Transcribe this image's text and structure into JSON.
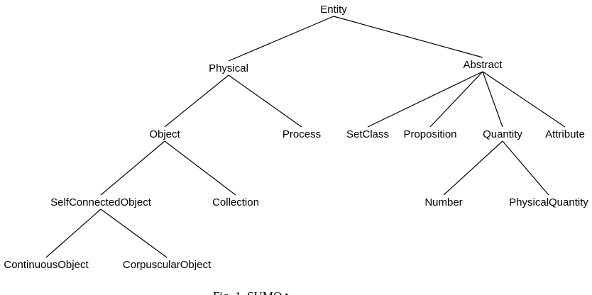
{
  "nodes": {
    "entity": "Entity",
    "physical": "Physical",
    "abstract": "Abstract",
    "object": "Object",
    "process": "Process",
    "setclass": "SetClass",
    "proposition": "Proposition",
    "quantity": "Quantity",
    "attribute": "Attribute",
    "selfconnectedobject": "SelfConnectedObject",
    "collection": "Collection",
    "number": "Number",
    "physicalquantity": "PhysicalQuantity",
    "continuousobject": "ContinuousObject",
    "corpuscularobject": "CorpuscularObject"
  },
  "edges": [
    [
      "entity",
      "physical"
    ],
    [
      "entity",
      "abstract"
    ],
    [
      "physical",
      "object"
    ],
    [
      "physical",
      "process"
    ],
    [
      "abstract",
      "setclass"
    ],
    [
      "abstract",
      "proposition"
    ],
    [
      "abstract",
      "quantity"
    ],
    [
      "abstract",
      "attribute"
    ],
    [
      "object",
      "selfconnectedobject"
    ],
    [
      "object",
      "collection"
    ],
    [
      "quantity",
      "number"
    ],
    [
      "quantity",
      "physicalquantity"
    ],
    [
      "selfconnectedobject",
      "continuousobject"
    ],
    [
      "selfconnectedobject",
      "corpuscularobject"
    ]
  ],
  "caption": "Fig. 1. SUMO t"
}
